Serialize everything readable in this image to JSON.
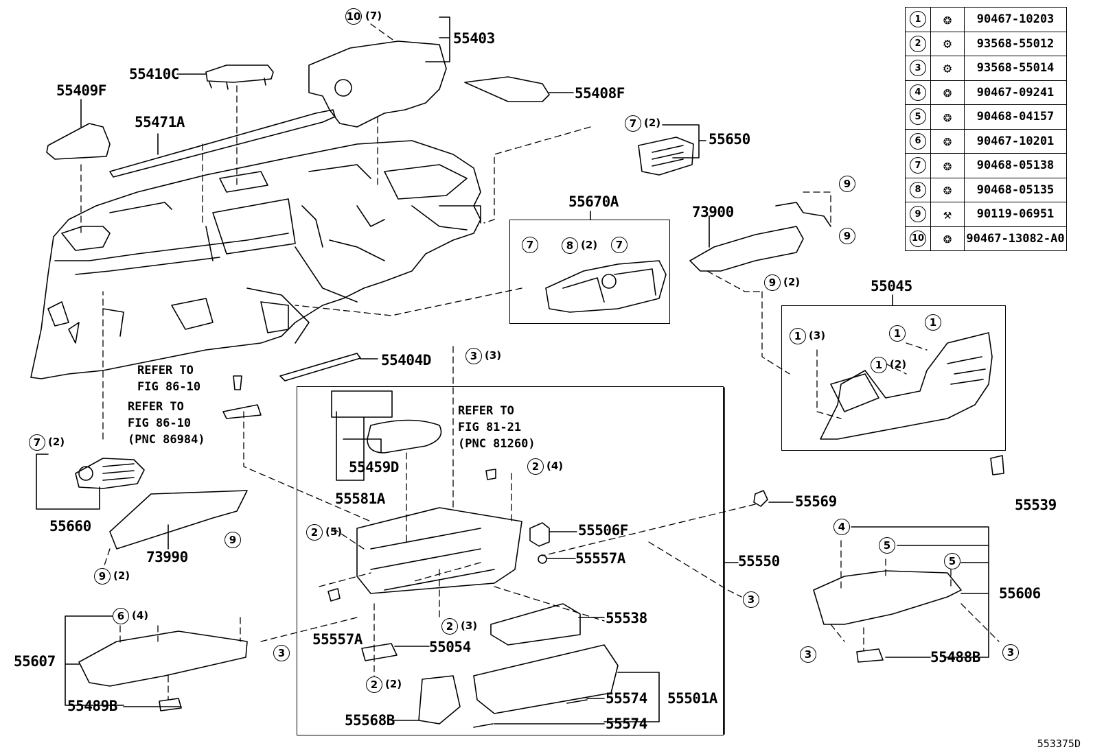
{
  "diagram": {
    "illustration_number": "553375D",
    "part_labels": {
      "p55403": "55403",
      "p55410C": "55410C",
      "p55409F": "55409F",
      "p55471A": "55471A",
      "p55408F": "55408F",
      "p55650": "55650",
      "p55670A": "55670A",
      "p73900": "73900",
      "p55045": "55045",
      "p55404D": "55404D",
      "p55459D": "55459D",
      "p55581A": "55581A",
      "p55660": "55660",
      "p73990": "73990",
      "p55569": "55569",
      "p55539": "55539",
      "p55506F": "55506F",
      "p55557A_r": "55557A",
      "p55550": "55550",
      "p55606": "55606",
      "p55538": "55538",
      "p55557A_l": "55557A",
      "p55054": "55054",
      "p55607": "55607",
      "p55489B": "55489B",
      "p55488B": "55488B",
      "p55574_a": "55574",
      "p55501A": "55501A",
      "p55568B": "55568B",
      "p55574_b": "55574"
    },
    "references": {
      "ref1": "REFER TO\nFIG 86-10",
      "ref2": "REFER TO\nFIG 86-10\n(PNC 86984)",
      "ref3": "REFER TO\nFIG 81-21\n(PNC 81260)"
    },
    "callouts": [
      {
        "num": "10",
        "qty": "(7)"
      },
      {
        "num": "7",
        "qty": "(2)"
      },
      {
        "num": "7",
        "qty": ""
      },
      {
        "num": "8",
        "qty": "(2)"
      },
      {
        "num": "7",
        "qty": ""
      },
      {
        "num": "9",
        "qty": ""
      },
      {
        "num": "9",
        "qty": ""
      },
      {
        "num": "9",
        "qty": "(2)"
      },
      {
        "num": "1",
        "qty": "(3)"
      },
      {
        "num": "1",
        "qty": ""
      },
      {
        "num": "1",
        "qty": ""
      },
      {
        "num": "1",
        "qty": "(2)"
      },
      {
        "num": "3",
        "qty": "(3)"
      },
      {
        "num": "7",
        "qty": "(2)"
      },
      {
        "num": "2",
        "qty": "(4)"
      },
      {
        "num": "2",
        "qty": "(5)"
      },
      {
        "num": "9",
        "qty": ""
      },
      {
        "num": "9",
        "qty": "(2)"
      },
      {
        "num": "4",
        "qty": ""
      },
      {
        "num": "5",
        "qty": ""
      },
      {
        "num": "5",
        "qty": ""
      },
      {
        "num": "3",
        "qty": ""
      },
      {
        "num": "6",
        "qty": "(4)"
      },
      {
        "num": "2",
        "qty": "(3)"
      },
      {
        "num": "3",
        "qty": ""
      },
      {
        "num": "3",
        "qty": ""
      },
      {
        "num": "3",
        "qty": ""
      },
      {
        "num": "2",
        "qty": "(2)"
      }
    ],
    "legend": [
      {
        "num": "1",
        "icon": "clip-icon",
        "part": "90467-10203"
      },
      {
        "num": "2",
        "icon": "screw-icon",
        "part": "93568-55012"
      },
      {
        "num": "3",
        "icon": "screw-icon",
        "part": "93568-55014"
      },
      {
        "num": "4",
        "icon": "clip-icon",
        "part": "90467-09241"
      },
      {
        "num": "5",
        "icon": "clip-icon",
        "part": "90468-04157"
      },
      {
        "num": "6",
        "icon": "clip-icon",
        "part": "90467-10201"
      },
      {
        "num": "7",
        "icon": "clip-icon",
        "part": "90468-05138"
      },
      {
        "num": "8",
        "icon": "clip-icon",
        "part": "90468-05135"
      },
      {
        "num": "9",
        "icon": "bolt-icon",
        "part": "90119-06951"
      },
      {
        "num": "10",
        "icon": "clip-icon",
        "part": "90467-13082-A0"
      }
    ]
  }
}
